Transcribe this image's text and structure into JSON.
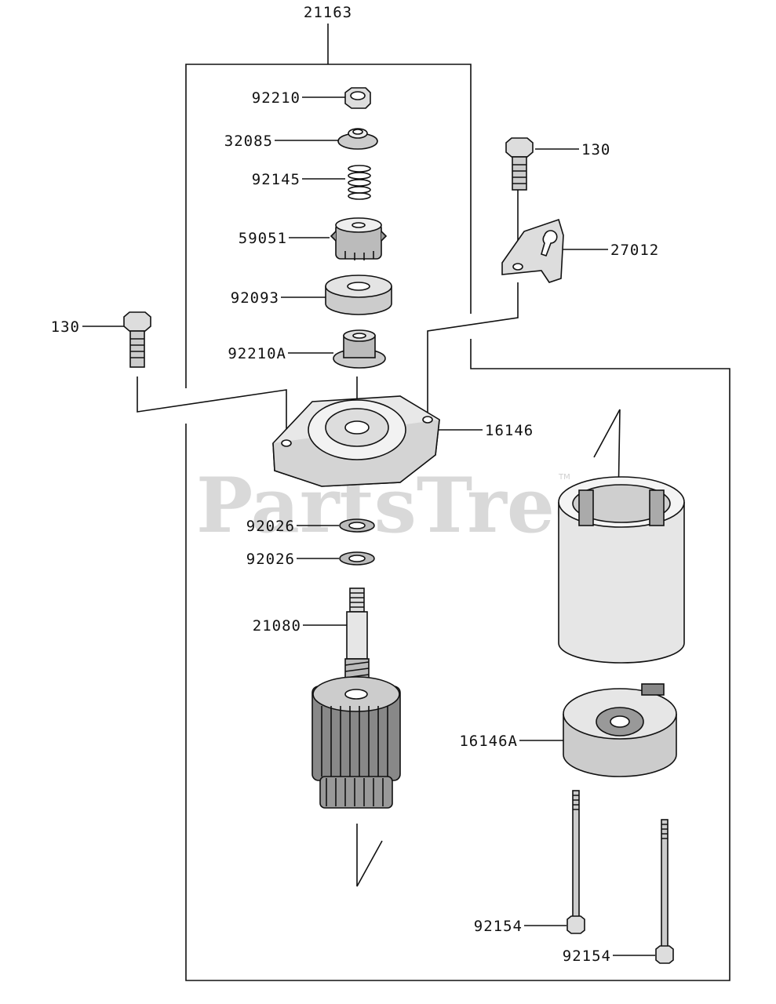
{
  "watermark": {
    "text": "PartsTree",
    "trademark": "TM"
  },
  "assembly_label": "21163",
  "parts": {
    "nut": "92210",
    "collar": "32085",
    "spring": "92145",
    "pinion_gear": "59051",
    "washer_thick": "92093",
    "nut_flanged": "92210A",
    "bolt_left": "130",
    "bolt_right": "130",
    "bracket": "27012",
    "end_cover_front": "16146",
    "washer_1": "92026",
    "washer_2": "92026",
    "armature": "21080",
    "end_cover_rear": "16146A",
    "through_bolt_1": "92154",
    "through_bolt_2": "92154"
  }
}
